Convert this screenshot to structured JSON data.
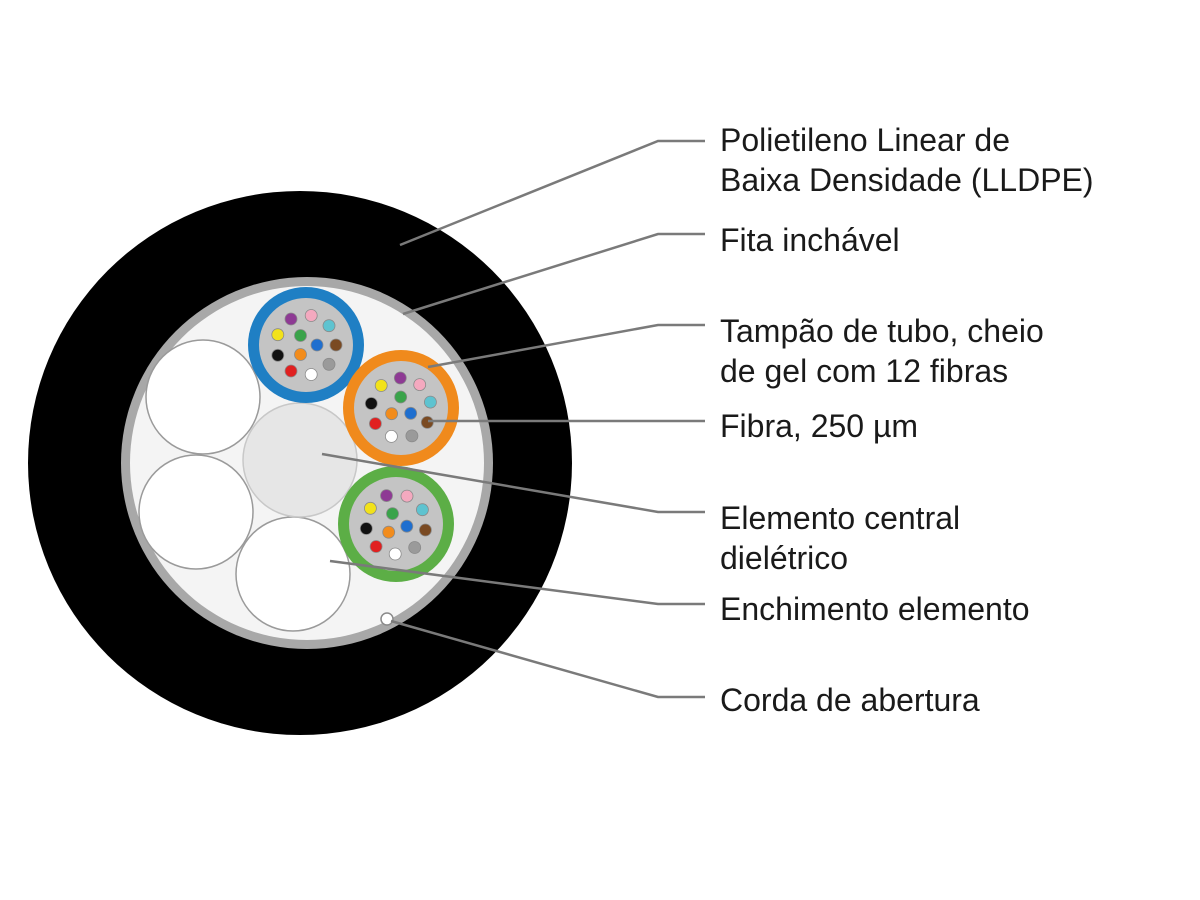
{
  "labels": {
    "lldpe": {
      "line1": "Polietileno Linear de",
      "line2": "Baixa Densidade (LLDPE)"
    },
    "fita": "Fita inchável",
    "tubo": {
      "line1": "Tampão de tubo, cheio",
      "line2": "de gel com 12 fibras"
    },
    "fibra": "Fibra, 250 µm",
    "elemento": {
      "line1": "Elemento central",
      "line2": "dielétrico"
    },
    "enchimento": "Enchimento elemento",
    "corda": "Corda de abertura"
  },
  "colors": {
    "jacket": "#000000",
    "swell_tape": "#a8a8a8",
    "core_fill": "#f2f2f2",
    "tube_blue": "#1f7fc4",
    "tube_orange": "#f08a1c",
    "tube_green": "#5cae46",
    "gel": "#c4c4c4",
    "leader_line": "#7a7a7a",
    "fiber_colors": [
      "#1f6fcf",
      "#f28c1c",
      "#3aa34a",
      "#7a4a22",
      "#9a9a9a",
      "#ffffff",
      "#e02020",
      "#111111",
      "#f2e21a",
      "#8e3a94",
      "#f4a9bf",
      "#5ec3d0"
    ]
  }
}
